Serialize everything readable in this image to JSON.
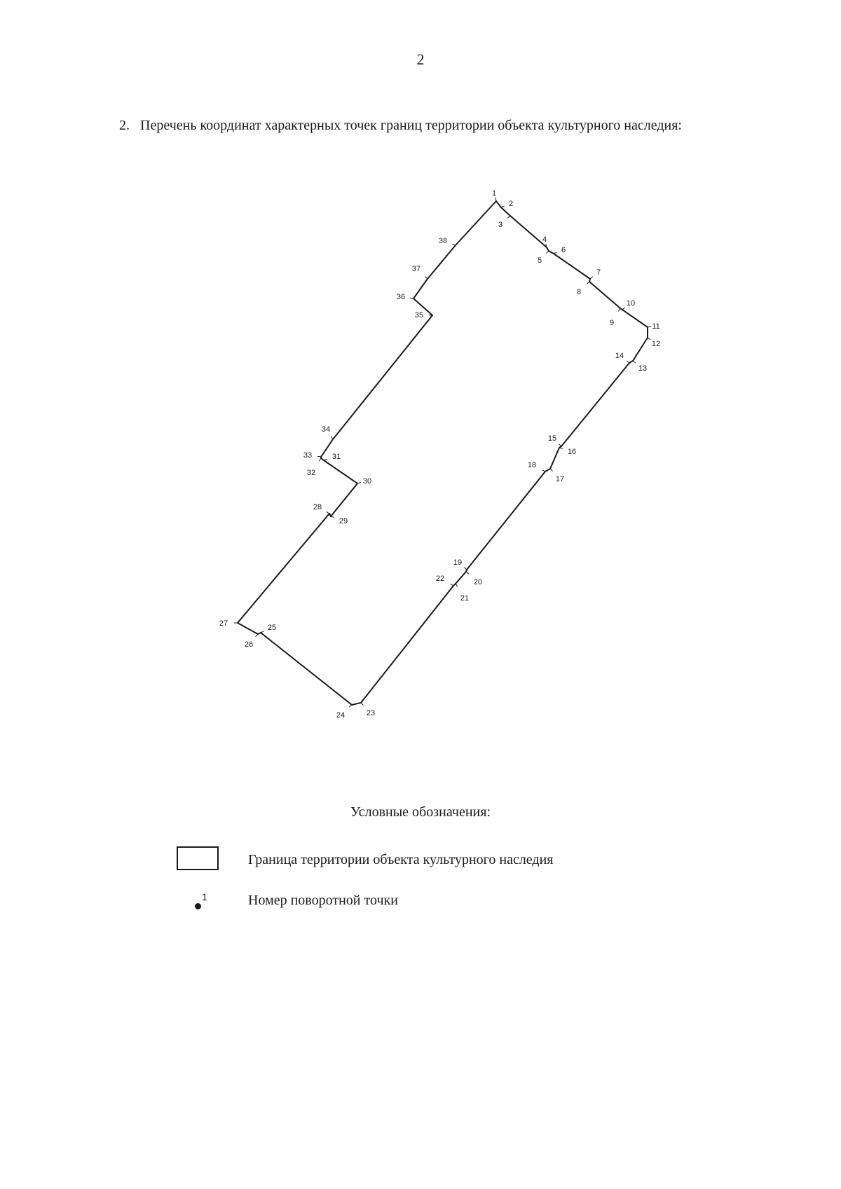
{
  "page": {
    "page_number": "2",
    "heading_number": "2.",
    "heading_text": "Перечень координат характерных точек границ территории объекта культурного наследия:"
  },
  "scheme": {
    "points": [
      {
        "n": "1"
      },
      {
        "n": "2"
      },
      {
        "n": "3"
      },
      {
        "n": "4"
      },
      {
        "n": "5"
      },
      {
        "n": "6"
      },
      {
        "n": "7"
      },
      {
        "n": "8"
      },
      {
        "n": "9"
      },
      {
        "n": "10"
      },
      {
        "n": "11"
      },
      {
        "n": "12"
      },
      {
        "n": "13"
      },
      {
        "n": "14"
      },
      {
        "n": "15"
      },
      {
        "n": "16"
      },
      {
        "n": "17"
      },
      {
        "n": "18"
      },
      {
        "n": "19"
      },
      {
        "n": "20"
      },
      {
        "n": "21"
      },
      {
        "n": "22"
      },
      {
        "n": "23"
      },
      {
        "n": "24"
      },
      {
        "n": "25"
      },
      {
        "n": "26"
      },
      {
        "n": "27"
      },
      {
        "n": "28"
      },
      {
        "n": "29"
      },
      {
        "n": "30"
      },
      {
        "n": "31"
      },
      {
        "n": "32"
      },
      {
        "n": "33"
      },
      {
        "n": "34"
      },
      {
        "n": "35"
      },
      {
        "n": "36"
      },
      {
        "n": "37"
      },
      {
        "n": "38"
      }
    ]
  },
  "legend": {
    "title": "Условные обозначения:",
    "items": [
      {
        "symbol": "rectangle",
        "text": "Граница территории объекта культурного наследия"
      },
      {
        "symbol": "point",
        "symbol_label": "1",
        "text": "Номер поворотной точки"
      }
    ]
  }
}
